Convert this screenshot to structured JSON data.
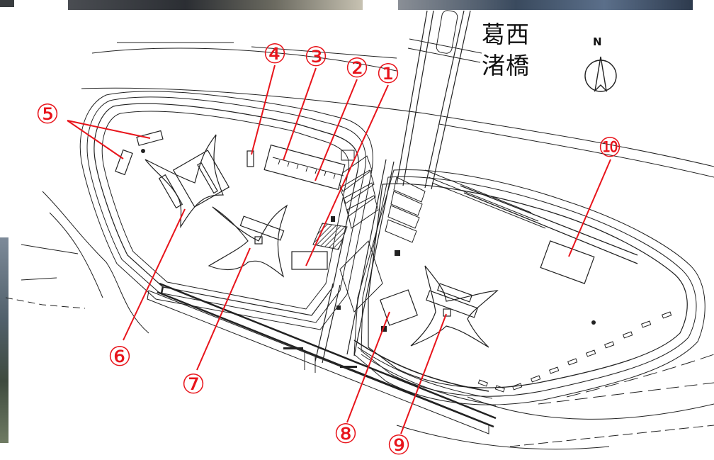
{
  "title": {
    "line1": "葛西",
    "line2": "渚橋"
  },
  "north": "N",
  "markers": [
    {
      "id": "m1",
      "label": "①"
    },
    {
      "id": "m2",
      "label": "②"
    },
    {
      "id": "m3",
      "label": "③"
    },
    {
      "id": "m4",
      "label": "④"
    },
    {
      "id": "m5",
      "label": "⑤"
    },
    {
      "id": "m6",
      "label": "⑥"
    },
    {
      "id": "m7",
      "label": "⑦"
    },
    {
      "id": "m8",
      "label": "⑧"
    },
    {
      "id": "m9",
      "label": "⑨"
    },
    {
      "id": "m10",
      "label": "⑩"
    }
  ],
  "colors": {
    "marker": "#e8141b",
    "line": "#222222",
    "photo_dark": "#2d3138",
    "hatch": "#555555"
  },
  "icons": [
    "north-arrow-icon"
  ]
}
